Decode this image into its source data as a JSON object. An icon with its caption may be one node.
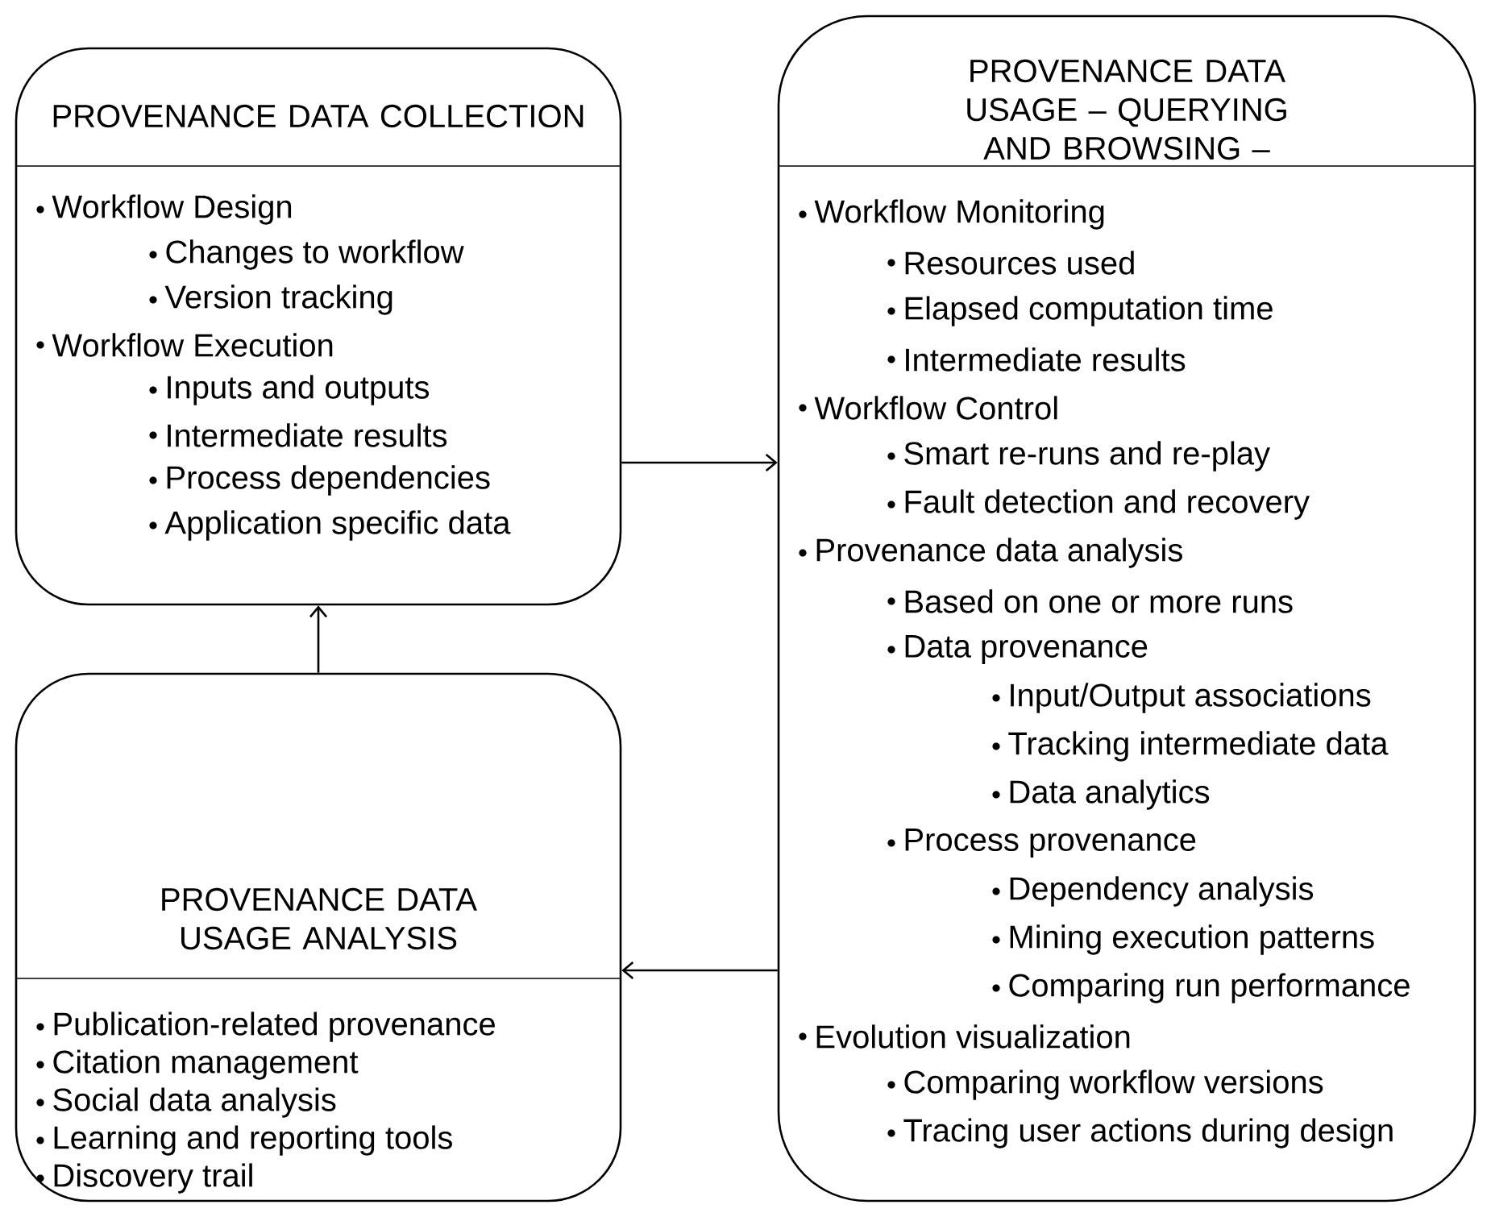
{
  "diagram": {
    "nodes": [
      {
        "text": [
          "PROVENANCE DATA COLLECTION",
          "Workflow Design",
          "Changes to workflow",
          "Version tracking",
          "Workflow Execution",
          "Inputs and outputs",
          "Intermediate results",
          "Process dependencies",
          "Application specific data"
        ]
      },
      {
        "text": [
          "PROVENANCE DATA USAGE – QUERYING AND BROWSING –",
          "Workflow Monitoring",
          "Resources used",
          "Elapsed computation time",
          "Intermediate results",
          "Workflow Control",
          "Smart re-runs and re-play",
          "Fault detection and recovery",
          "Provenance data analysis",
          "Based on one or more runs",
          "Data provenance",
          "Input/Output associations",
          "Tracking intermediate data",
          "Data analytics",
          "Process provenance",
          "Dependency analysis",
          "Mining execution patterns",
          "Comparing run performance",
          "Evolution visualization",
          "Comparing workflow versions",
          "Tracing user actions during design"
        ]
      },
      {
        "text": [
          "PROVENANCE DATA USAGE ANALYSIS",
          "Publication-related provenance",
          "Citation management",
          "Social data analysis",
          "Learning and reporting tools",
          "Discovery trail"
        ]
      }
    ],
    "edges": [
      {
        "from": 0,
        "to": 1,
        "arrow": "to"
      },
      {
        "from": 1,
        "to": 2,
        "arrow": "to"
      },
      {
        "from": 2,
        "to": 0,
        "arrow": "to"
      }
    ]
  }
}
